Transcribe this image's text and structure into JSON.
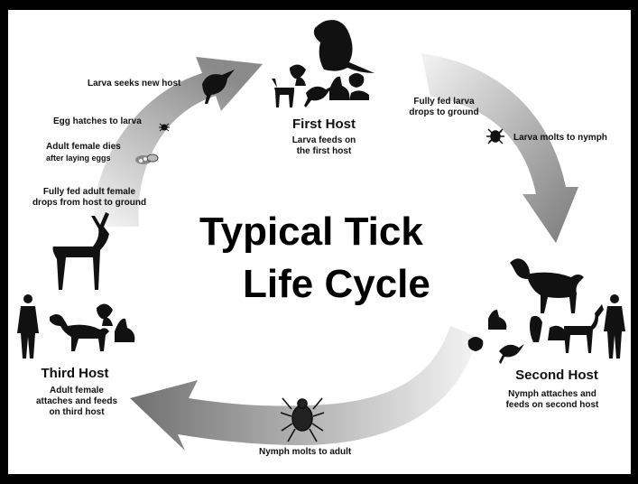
{
  "title": {
    "line1": "Typical Tick",
    "line2": "Life Cycle"
  },
  "hosts": {
    "first": {
      "name": "First Host",
      "description": "Larva feeds on\nthe first host"
    },
    "second": {
      "name": "Second Host",
      "description": "Nymph attaches and\nfeeds on second host"
    },
    "third": {
      "name": "Third Host",
      "description": "Adult female\nattaches and feeds\non third host"
    }
  },
  "stages": {
    "larva_seeks": "Larva seeks new host",
    "egg_hatches": "Egg hatches to larva",
    "adult_dies_1": "Adult female dies",
    "adult_dies_2": "after laying eggs",
    "fed_adult": "Fully fed adult female\ndrops from host to ground",
    "fed_larva": "Fully fed larva\ndrops to ground",
    "larva_molts": "Larva molts to nymph",
    "nymph_molts": "Nymph molts to adult"
  },
  "colors": {
    "border": "#000000",
    "background": "#ffffff",
    "arrow_dark": "#6f6f6f",
    "arrow_light": "#f2f2f2",
    "silhouette": "#111111"
  }
}
